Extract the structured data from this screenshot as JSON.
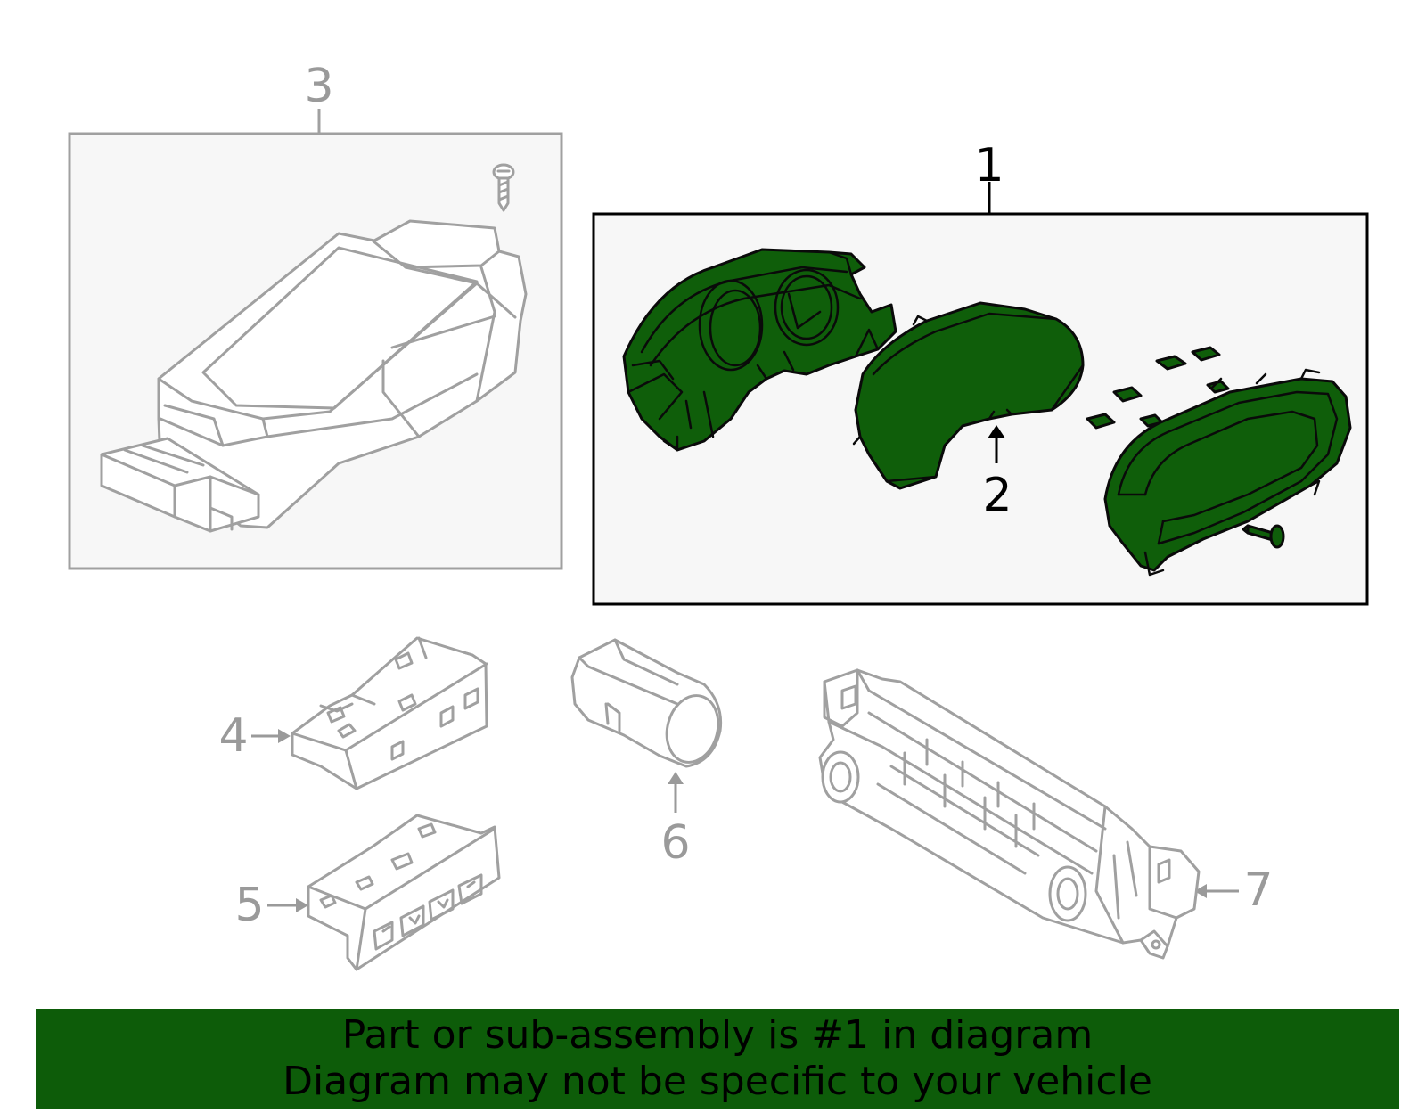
{
  "colors": {
    "highlight_green": "#0f5e0a",
    "banner_green": "#0d5c09",
    "callout_gray": "#9a9a9a",
    "callout_black": "#000000",
    "box_fill": "#f7f7f7"
  },
  "callouts": {
    "c1": "1",
    "c2": "2",
    "c3": "3",
    "c4": "4",
    "c5": "5",
    "c6": "6",
    "c7": "7"
  },
  "banner": {
    "line1": "Part or sub-assembly is #1 in diagram",
    "line2": "Diagram may not be specific to your vehicle"
  }
}
